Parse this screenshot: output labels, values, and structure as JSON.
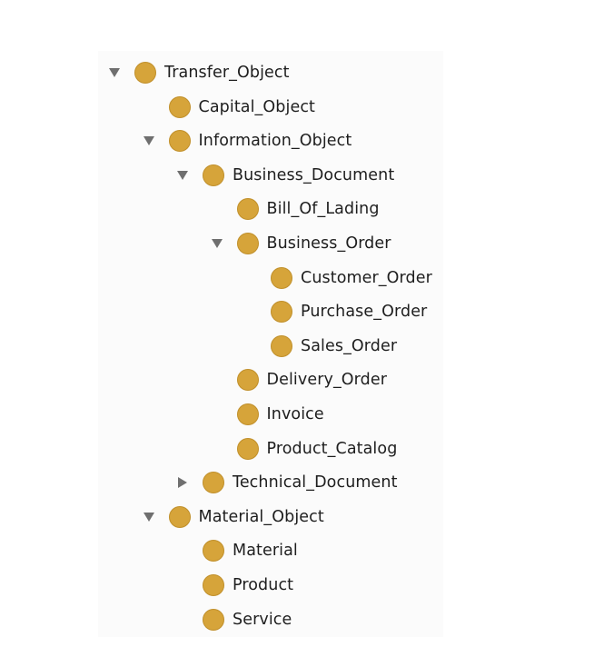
{
  "colors": {
    "class_icon": "#d6a43a",
    "toggle": "#6f6f6f",
    "text": "#1e1e1e",
    "panel_bg": "#fbfbfb"
  },
  "tree": {
    "nodes": [
      {
        "label": "Transfer_Object",
        "depth": 0,
        "toggle": "expanded",
        "icon": "class-circle-icon"
      },
      {
        "label": "Capital_Object",
        "depth": 1,
        "toggle": "none",
        "icon": "class-circle-icon"
      },
      {
        "label": "Information_Object",
        "depth": 1,
        "toggle": "expanded",
        "icon": "class-circle-icon"
      },
      {
        "label": "Business_Document",
        "depth": 2,
        "toggle": "expanded",
        "icon": "class-circle-icon"
      },
      {
        "label": "Bill_Of_Lading",
        "depth": 3,
        "toggle": "none",
        "icon": "class-circle-icon"
      },
      {
        "label": "Business_Order",
        "depth": 3,
        "toggle": "expanded",
        "icon": "class-circle-icon"
      },
      {
        "label": "Customer_Order",
        "depth": 4,
        "toggle": "none",
        "icon": "class-circle-icon"
      },
      {
        "label": "Purchase_Order",
        "depth": 4,
        "toggle": "none",
        "icon": "class-circle-icon"
      },
      {
        "label": "Sales_Order",
        "depth": 4,
        "toggle": "none",
        "icon": "class-circle-icon"
      },
      {
        "label": "Delivery_Order",
        "depth": 3,
        "toggle": "none",
        "icon": "class-circle-icon"
      },
      {
        "label": "Invoice",
        "depth": 3,
        "toggle": "none",
        "icon": "class-circle-icon"
      },
      {
        "label": "Product_Catalog",
        "depth": 3,
        "toggle": "none",
        "icon": "class-circle-icon"
      },
      {
        "label": "Technical_Document",
        "depth": 2,
        "toggle": "collapsed",
        "icon": "class-circle-icon"
      },
      {
        "label": "Material_Object",
        "depth": 1,
        "toggle": "expanded",
        "icon": "class-circle-icon"
      },
      {
        "label": "Material",
        "depth": 2,
        "toggle": "none",
        "icon": "class-circle-icon"
      },
      {
        "label": "Product",
        "depth": 2,
        "toggle": "none",
        "icon": "class-circle-icon"
      },
      {
        "label": "Service",
        "depth": 2,
        "toggle": "none",
        "icon": "class-circle-icon"
      }
    ]
  }
}
